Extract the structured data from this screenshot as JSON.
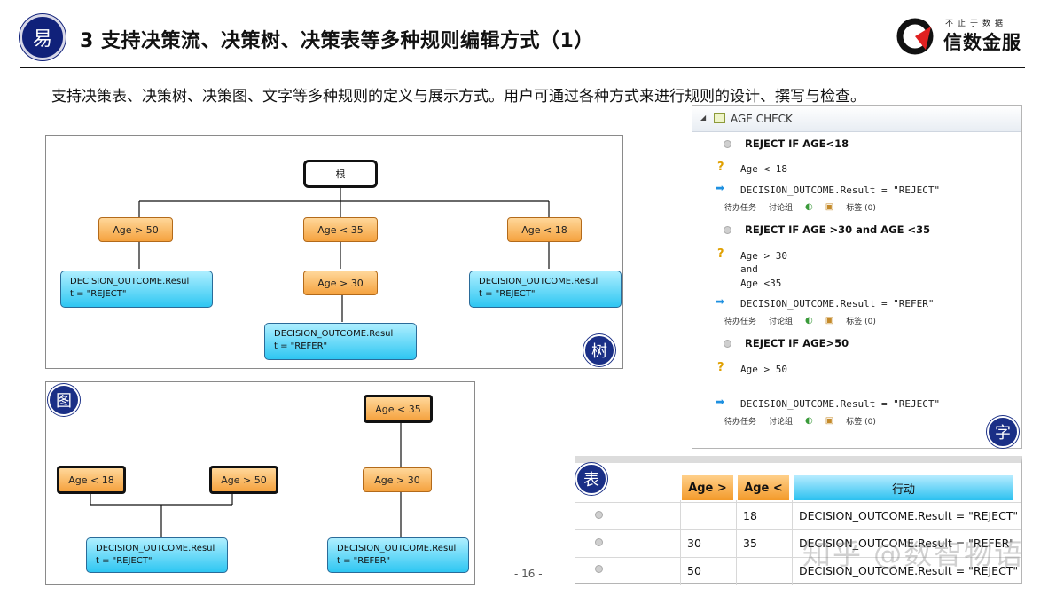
{
  "header": {
    "badge": "易",
    "title": "3 支持决策流、决策树、决策表等多种规则编辑方式（1）",
    "logo_slogan": "不止于数据",
    "logo_name": "信数金服"
  },
  "subtitle": "支持决策表、决策树、决策图、文字等多种规则的定义与展示方式。用户可通过各种方式来进行规则的设计、撰写与检查。",
  "tree_panel": {
    "tag": "树",
    "root": "根",
    "conditions": [
      "Age > 50",
      "Age < 35",
      "Age < 18"
    ],
    "sub_condition": "Age > 30",
    "outcome_reject_1": "DECISION_OUTCOME.Resul",
    "outcome_reject_2": "t = \"REJECT\"",
    "outcome_refer_1": "DECISION_OUTCOME.Resul",
    "outcome_refer_2": "t = \"REFER\""
  },
  "graph_panel": {
    "tag": "图",
    "nodes": [
      "Age < 35",
      "Age < 18",
      "Age > 50",
      "Age > 30"
    ],
    "outcome_reject_1": "DECISION_OUTCOME.Resul",
    "outcome_reject_2": "t = \"REJECT\"",
    "outcome_refer_1": "DECISION_OUTCOME.Resul",
    "outcome_refer_2": "t = \"REFER\""
  },
  "text_panel": {
    "tag": "字",
    "group_title": "AGE CHECK",
    "meta": [
      "待办任务",
      "讨论组",
      "标签 (0)"
    ],
    "rules": [
      {
        "title": "REJECT IF AGE<18",
        "conditions": [
          "Age < 18"
        ],
        "action": "DECISION_OUTCOME.Result = \"REJECT\""
      },
      {
        "title": "REJECT IF AGE >30 and AGE <35",
        "conditions": [
          "Age > 30",
          "and",
          "Age <35"
        ],
        "action": "DECISION_OUTCOME.Result = \"REFER\""
      },
      {
        "title": "REJECT IF AGE>50",
        "conditions": [
          "Age > 50"
        ],
        "action": "DECISION_OUTCOME.Result = \"REJECT\""
      }
    ]
  },
  "table_panel": {
    "tag": "表",
    "headers": [
      "Age >",
      "Age <",
      "行动"
    ],
    "rows": [
      {
        "age_gt": "",
        "age_lt": "18",
        "action": "DECISION_OUTCOME.Result = \"REJECT\""
      },
      {
        "age_gt": "30",
        "age_lt": "35",
        "action": "DECISION_OUTCOME.Result = \"REFER\""
      },
      {
        "age_gt": "50",
        "age_lt": "",
        "action": "DECISION_OUTCOME.Result = \"REJECT\""
      }
    ]
  },
  "footer": {
    "page": "- 16 -",
    "watermark": "知乎 @数智物语"
  },
  "colors": {
    "navy": "#10217a",
    "orange": "#f5a23e",
    "cyan": "#2ec6f2"
  }
}
